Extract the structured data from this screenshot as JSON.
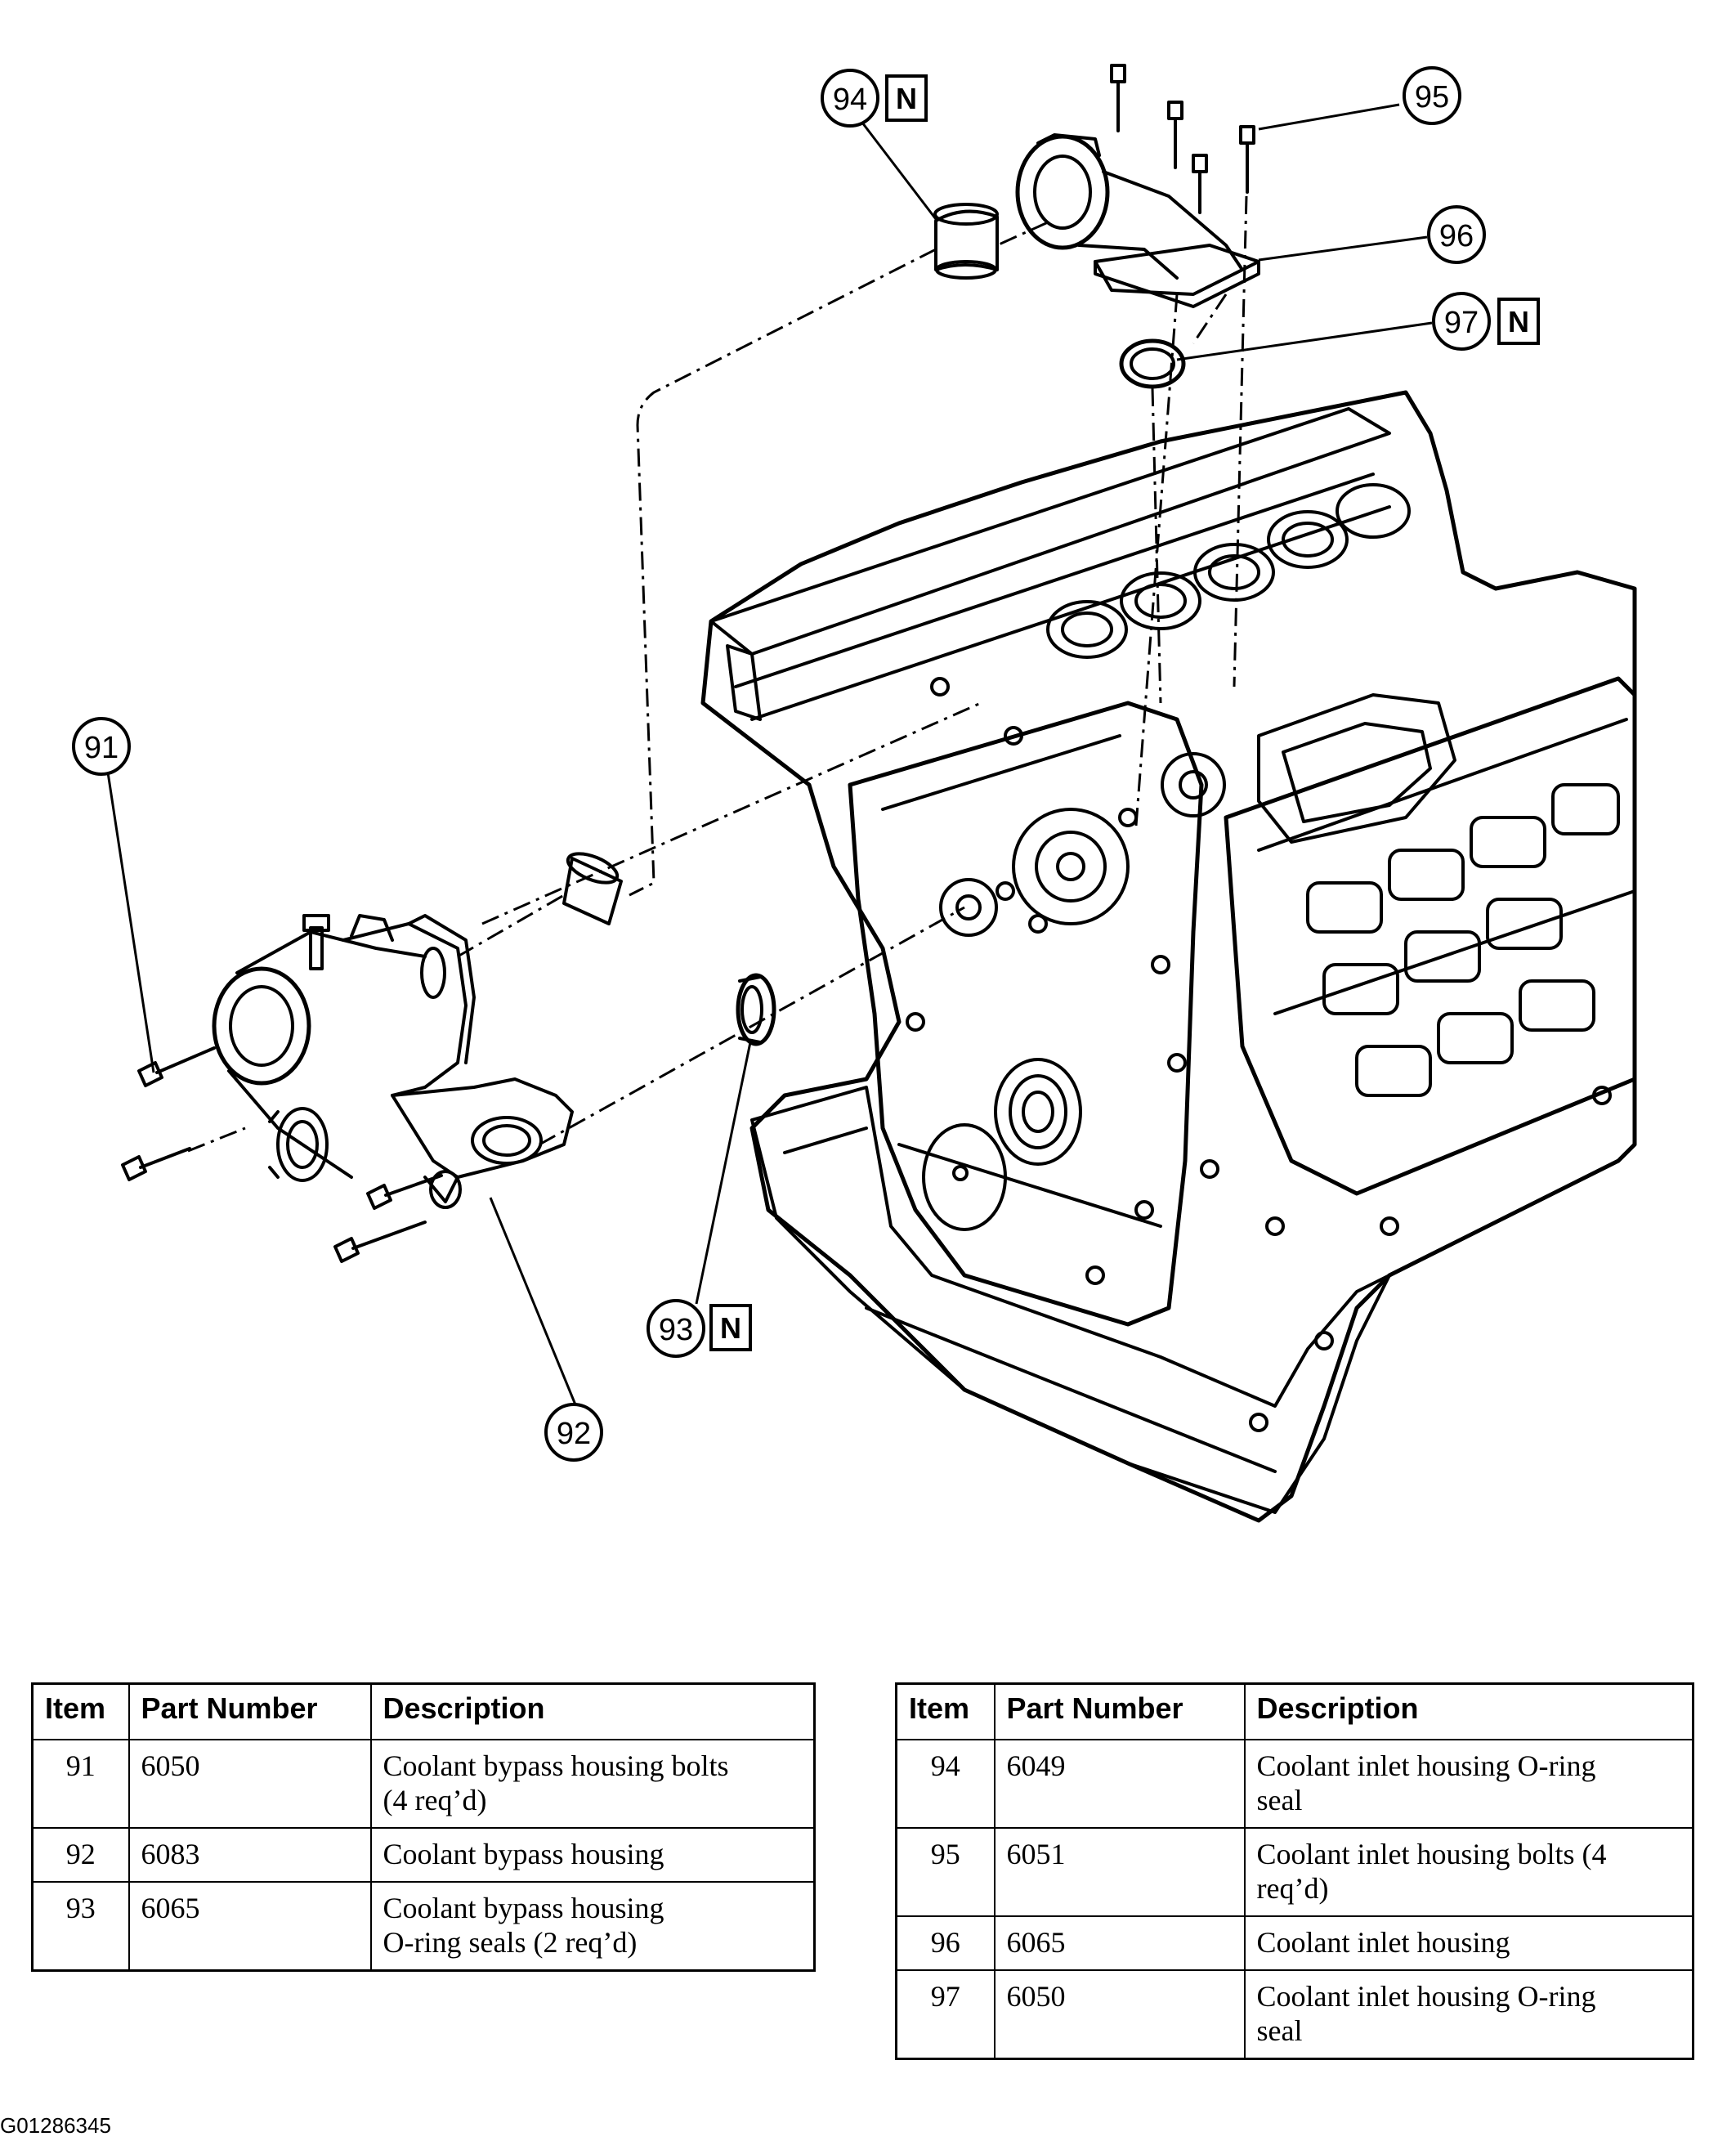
{
  "callouts": [
    {
      "id": "c91",
      "label": "91"
    },
    {
      "id": "c92",
      "label": "92"
    },
    {
      "id": "c93",
      "label": "93",
      "new_part": true
    },
    {
      "id": "c94",
      "label": "94",
      "new_part": true
    },
    {
      "id": "c95",
      "label": "95"
    },
    {
      "id": "c96",
      "label": "96"
    },
    {
      "id": "c97",
      "label": "97",
      "new_part": true
    }
  ],
  "new_part_marker": "N",
  "table_headers": {
    "item": "Item",
    "part_number": "Part Number",
    "description": "Description"
  },
  "parts_left": [
    {
      "item": "91",
      "part_number": "6050",
      "description_lines": [
        "Coolant bypass housing bolts",
        "(4 req’d)"
      ]
    },
    {
      "item": "92",
      "part_number": "6083",
      "description_lines": [
        "Coolant bypass housing"
      ]
    },
    {
      "item": "93",
      "part_number": "6065",
      "description_lines": [
        "Coolant bypass housing",
        "O-ring seals (2 req’d)"
      ]
    }
  ],
  "parts_right": [
    {
      "item": "94",
      "part_number": "6049",
      "description_lines": [
        "Coolant inlet housing O-ring",
        "seal"
      ]
    },
    {
      "item": "95",
      "part_number": "6051",
      "description_lines": [
        "Coolant inlet housing bolts (4",
        "req’d)"
      ]
    },
    {
      "item": "96",
      "part_number": "6065",
      "description_lines": [
        "Coolant inlet housing"
      ]
    },
    {
      "item": "97",
      "part_number": "6050",
      "description_lines": [
        "Coolant inlet housing O-ring",
        "seal"
      ]
    }
  ],
  "figure_code": "G01286345"
}
